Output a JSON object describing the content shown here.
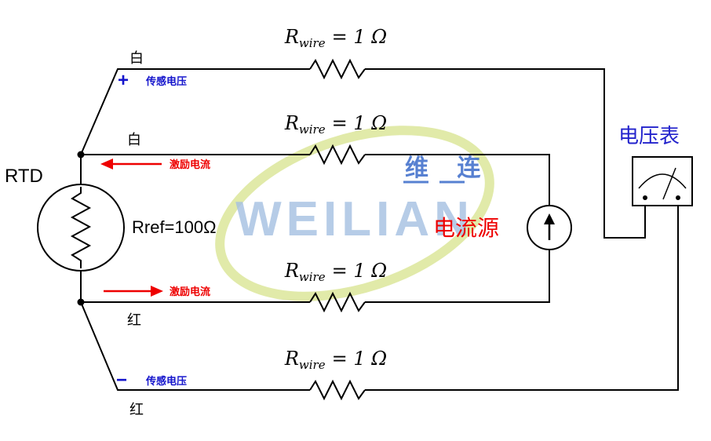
{
  "labels": {
    "rtd": "RTD",
    "rref": "Rref=100Ω",
    "voltmeter": "电压表",
    "current_source": "电流源"
  },
  "resistor_label": {
    "r": "R",
    "sub": "wire",
    "eq": "= 1 Ω"
  },
  "wires": {
    "top": {
      "color": "白",
      "polarity": "+",
      "sense": "传感电压"
    },
    "upper_mid": {
      "color": "白",
      "current": "激励电流"
    },
    "lower_mid": {
      "color": "红",
      "current": "激励电流"
    },
    "bottom": {
      "color": "红",
      "polarity": "−",
      "sense": "传感电压"
    }
  },
  "watermark": {
    "brand": "WEILIAN",
    "cjk": "维 连"
  },
  "colors": {
    "wire": "#000000",
    "sense_blue": "#1414cc",
    "excitation_red": "#ee0000",
    "voltmeter_blue": "#2222cc",
    "watermark_green": "#c3d554",
    "watermark_light_blue": "#a5c0e2",
    "watermark_blue": "#3a6bc9"
  }
}
